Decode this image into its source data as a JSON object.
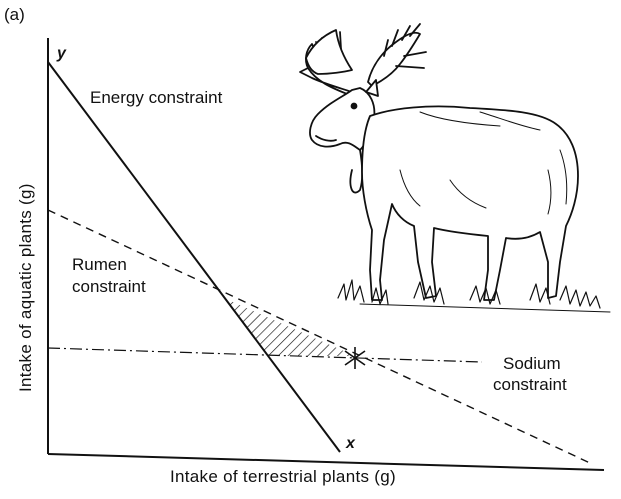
{
  "panel_label": "(a)",
  "axes": {
    "x_label": "Intake of terrestrial plants (g)",
    "y_label": "Intake of aquatic plants (g)"
  },
  "points": {
    "y_intercept": "y",
    "x_intercept": "x"
  },
  "constraints": {
    "energy": "Energy constraint",
    "rumen_line1": "Rumen",
    "rumen_line2": "constraint",
    "sodium_line1": "Sodium",
    "sodium_line2": "constraint"
  },
  "illustration": "moose-drawing",
  "colors": {
    "ink": "#111111",
    "background": "#ffffff"
  }
}
